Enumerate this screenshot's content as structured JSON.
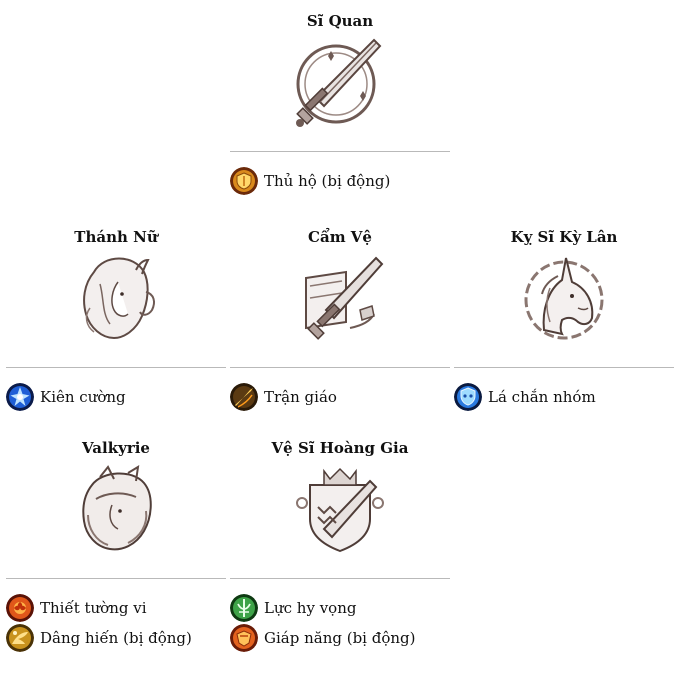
{
  "cards": [
    {
      "title": "Sĩ Quan",
      "emblem": "sword-shield-emblem-icon",
      "skills": [
        {
          "label": "Thủ hộ (bị động)",
          "icon": "golden-shield-icon"
        }
      ]
    },
    {
      "title": "Thánh Nữ",
      "emblem": "saint-maiden-portrait-icon",
      "skills": [
        {
          "label": "Kiên cường",
          "icon": "blue-burst-icon"
        }
      ]
    },
    {
      "title": "Cẩm Vệ",
      "emblem": "banner-sword-emblem-icon",
      "skills": [
        {
          "label": "Trận giáo",
          "icon": "spear-strike-icon"
        }
      ]
    },
    {
      "title": "Kỵ Sĩ Kỳ Lân",
      "emblem": "unicorn-emblem-icon",
      "skills": [
        {
          "label": "Lá chắn nhóm",
          "icon": "blue-group-shield-icon"
        }
      ]
    },
    {
      "title": "Valkyrie",
      "emblem": "valkyrie-portrait-icon",
      "skills": [
        {
          "label": "Thiết tường vi",
          "icon": "iron-rose-icon"
        },
        {
          "label": "Dâng hiến (bị động)",
          "icon": "devotion-icon"
        }
      ]
    },
    {
      "title": "Vệ Sĩ Hoàng Gia",
      "emblem": "royal-guard-crest-icon",
      "skills": [
        {
          "label": "Lực hy vọng",
          "icon": "green-hope-icon"
        },
        {
          "label": "Giáp năng (bị động)",
          "icon": "orange-armor-icon"
        }
      ]
    }
  ]
}
